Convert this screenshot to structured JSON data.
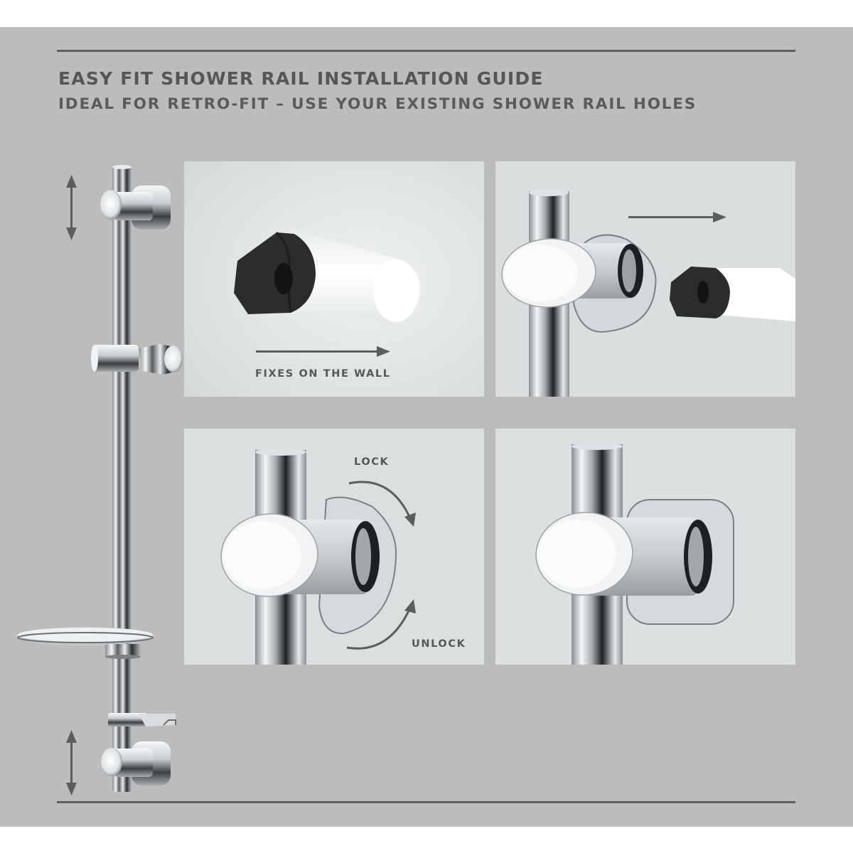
{
  "header": {
    "title": "EASY FIT SHOWER RAIL INSTALLATION GUIDE",
    "subtitle": "IDEAL FOR RETRO-FIT – USE YOUR EXISTING SHOWER RAIL HOLES"
  },
  "panels": [
    {
      "id": "step-1",
      "caption": "FIXES ON THE WALL",
      "icons": [
        "wall-plug",
        "arrow-right-icon"
      ]
    },
    {
      "id": "step-2",
      "caption": "",
      "icons": [
        "bracket",
        "wall-plug",
        "arrow-right-icon"
      ]
    },
    {
      "id": "step-3",
      "captions": {
        "lock": "LOCK",
        "unlock": "UNLOCK"
      },
      "icons": [
        "curved-arrow-down-icon",
        "curved-arrow-up-icon"
      ]
    },
    {
      "id": "step-4",
      "caption": "",
      "icons": [
        "bracket-installed"
      ]
    }
  ],
  "rail": {
    "icons": [
      "double-arrow-vertical-icon",
      "double-arrow-vertical-icon"
    ],
    "parts": [
      "top-bracket",
      "handset-holder",
      "soap-dish",
      "hose-guide",
      "bottom-bracket"
    ]
  },
  "colors": {
    "background": "#bcbcbc",
    "page": "#ffffff",
    "rule": "#5f5f5f",
    "text": "#555756",
    "panel": "#dadfdf",
    "arrow": "#5b5e5d"
  }
}
